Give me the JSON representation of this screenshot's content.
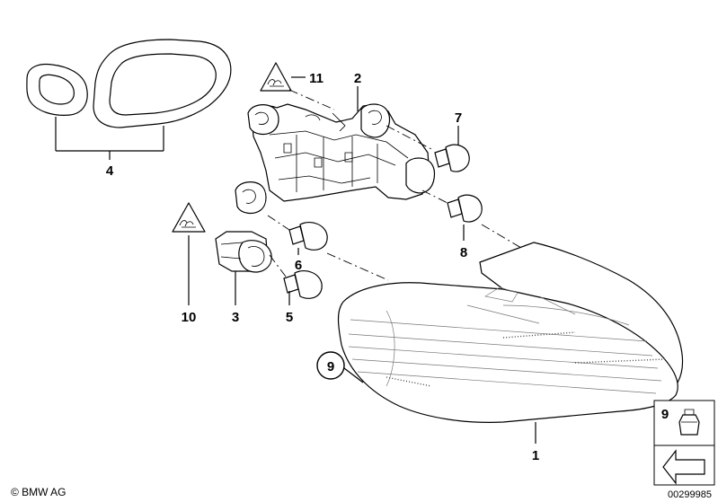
{
  "callouts": {
    "c1": "1",
    "c2": "2",
    "c3": "3",
    "c4": "4",
    "c5": "5",
    "c6": "6",
    "c7": "7",
    "c8": "8",
    "c9_circle": "9",
    "c9_box": "9",
    "c10": "10",
    "c11": "11"
  },
  "footer": {
    "copyright": "© BMW AG",
    "diagram_number": "00299985"
  }
}
